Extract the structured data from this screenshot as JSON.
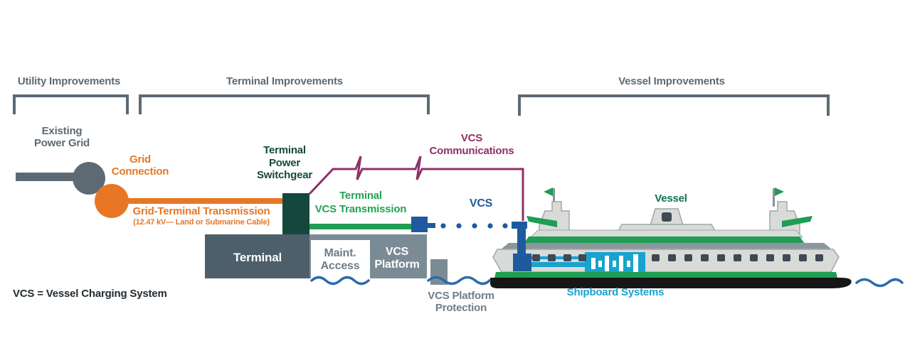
{
  "colors": {
    "slate": "#5d6a74",
    "slate_box": "#4d5f6a",
    "gray_box": "#7b8b95",
    "gray_text": "#6e7d88",
    "teal": "#15483c",
    "orange": "#e87624",
    "green": "#1f9d52",
    "green_text": "#23a355",
    "green_dark": "#0d7350",
    "purple": "#8e3069",
    "blue": "#1f5a9e",
    "cyan": "#17a3cf",
    "cyan_text": "#17a3cf",
    "water": "#2b6cab",
    "hull_gray": "#d9dbd9",
    "hull_line": "#9fa7a7",
    "deck_gray": "#8d979e",
    "hull_black": "#161616",
    "window": "#3e4952",
    "mast": "#8a9299",
    "legend": "#232b31",
    "white": "#ffffff"
  },
  "sections": {
    "utility": {
      "heading": "Utility Improvements"
    },
    "terminal": {
      "heading": "Terminal Improvements"
    },
    "vessel": {
      "heading": "Vessel Improvements"
    }
  },
  "labels": {
    "existing_power_grid": "Existing\nPower Grid",
    "grid_connection": "Grid\nConnection",
    "grid_terminal_transmission": "Grid-Terminal Transmission",
    "grid_terminal_transmission_detail": "(12.47 kV— Land or Submarine Cable)",
    "terminal_power_switchgear": "Terminal\nPower\nSwitchgear",
    "vcs_communications": "VCS\nCommunications",
    "terminal_vcs_transmission": "Terminal\nVCS Transmission",
    "vcs": "VCS",
    "terminal_box": "Terminal",
    "maint_access": "Maint.\nAccess",
    "vcs_platform": "VCS\nPlatform",
    "vcs_platform_protection": "VCS Platform\nProtection",
    "vessel": "Vessel",
    "shipboard_systems": "Shipboard Systems",
    "legend": "VCS = Vessel Charging System"
  }
}
